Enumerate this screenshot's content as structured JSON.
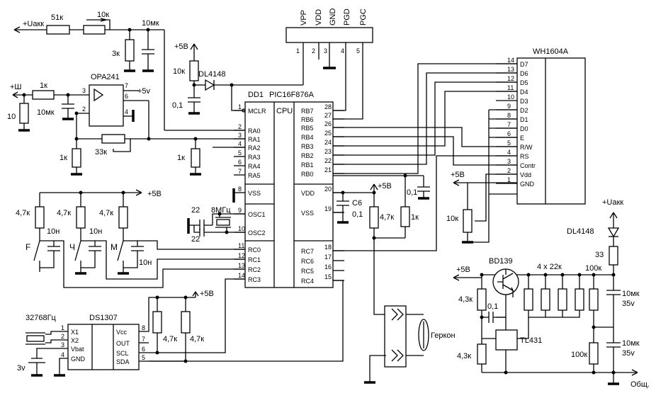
{
  "chips": {
    "mcu": {
      "ref": "DD1",
      "part": "PIC16F876A",
      "cpu": "CPU",
      "left_pins": [
        "MCLR",
        "RA0",
        "RA1",
        "RA2",
        "RA3",
        "RA4",
        "RA5",
        "VSS",
        "OSC1",
        "OSC2",
        "RC0",
        "RC1",
        "RC2",
        "RC3"
      ],
      "left_nums": [
        "1",
        "2",
        "3",
        "4",
        "5",
        "6",
        "7",
        "8",
        "9",
        "10",
        "11",
        "12",
        "13",
        "14"
      ],
      "right_pins": [
        "RB7",
        "RB6",
        "RB5",
        "RB4",
        "RB3",
        "RB2",
        "RB1",
        "RB0",
        "VDD",
        "VSS",
        "RC7",
        "RC6",
        "RC5",
        "RC4"
      ],
      "right_nums": [
        "28",
        "27",
        "26",
        "25",
        "24",
        "23",
        "22",
        "21",
        "20",
        "19",
        "18",
        "17",
        "16",
        "15"
      ]
    },
    "lcd": {
      "part": "WH1604A",
      "pins": [
        "D7",
        "D6",
        "D5",
        "D4",
        "D3",
        "D2",
        "D1",
        "D0",
        "E",
        "R/W",
        "RS",
        "Contr",
        "Vdd",
        "GND"
      ],
      "nums": [
        "14",
        "13",
        "12",
        "11",
        "10",
        "9",
        "8",
        "7",
        "6",
        "5",
        "4",
        "3",
        "2",
        "1"
      ]
    },
    "rtc": {
      "part": "DS1307",
      "left_pins": [
        "X1",
        "X2",
        "Vbat",
        "GND"
      ],
      "left_nums": [
        "1",
        "2",
        "3",
        "4"
      ],
      "right_pins": [
        "Vcc",
        "OUT",
        "SCL",
        "SDA"
      ],
      "right_nums": [
        "8",
        "7",
        "6",
        "5"
      ]
    },
    "opamp": {
      "part": "OPA241",
      "pin_plus": "3",
      "pin_minus": "2",
      "pin_out": "6",
      "pin_vplus": "7",
      "pin_4": "4",
      "supply": "+5v"
    },
    "header": {
      "pins": [
        "VPP",
        "VDD",
        "GND",
        "PGD",
        "PGC"
      ],
      "nums": [
        "1",
        "2",
        "3",
        "4",
        "5"
      ]
    },
    "reg": {
      "part": "TL431"
    },
    "transistor": {
      "part": "BD139"
    }
  },
  "nets": {
    "uakk": "+Uакк",
    "uakk2": "+Uакк",
    "sh": "+Ш",
    "p5a": "+5В",
    "p5b": "+5В",
    "p5c": "+5В",
    "p5d": "+5В",
    "p5e": "+5В",
    "p5f": "+5В",
    "common": "Общ."
  },
  "parts": {
    "r51k": "51к",
    "pot10k": "10к",
    "c10mk": "10мк",
    "r3k": "3к",
    "r10k_mclr": "10к",
    "diode1": "DL4148",
    "c01a": "0,1",
    "r1k_in": "1к",
    "c10mk_in": "10мк",
    "r10_sh": "10",
    "r1k_fb": "1к",
    "r33k": "33к",
    "r1k_ra2": "1к",
    "rF": "4,7к",
    "rCh": "4,7к",
    "rM": "4,7к",
    "cF": "10н",
    "cCh": "10н",
    "cM": "10н",
    "swF": "F",
    "swCh": "Ч",
    "swM": "М",
    "c22a": "22",
    "c22b": "22",
    "xtal": "8МГц",
    "c6": "C6",
    "c6v": "0,1",
    "r47_reed": "4,7к",
    "r1k_reed": "1к",
    "c01_rb0": "0,1",
    "reed": "Геркон",
    "pot_contr": "10к",
    "xtal_rtc": "32768Гц",
    "bat": "3v",
    "rtc_r1": "4,7к",
    "rtc_r2": "4,7к",
    "diode2": "DL4148",
    "r33": "33",
    "r43a": "4,3к",
    "r43b": "4,3к",
    "creg": "0,1",
    "r4x22": "4 х 22к",
    "r100a": "100к",
    "r100b": "100к",
    "c10a": "10мк",
    "c10a_v": "35v",
    "c10b": "10мк",
    "c10b_v": "35v"
  }
}
